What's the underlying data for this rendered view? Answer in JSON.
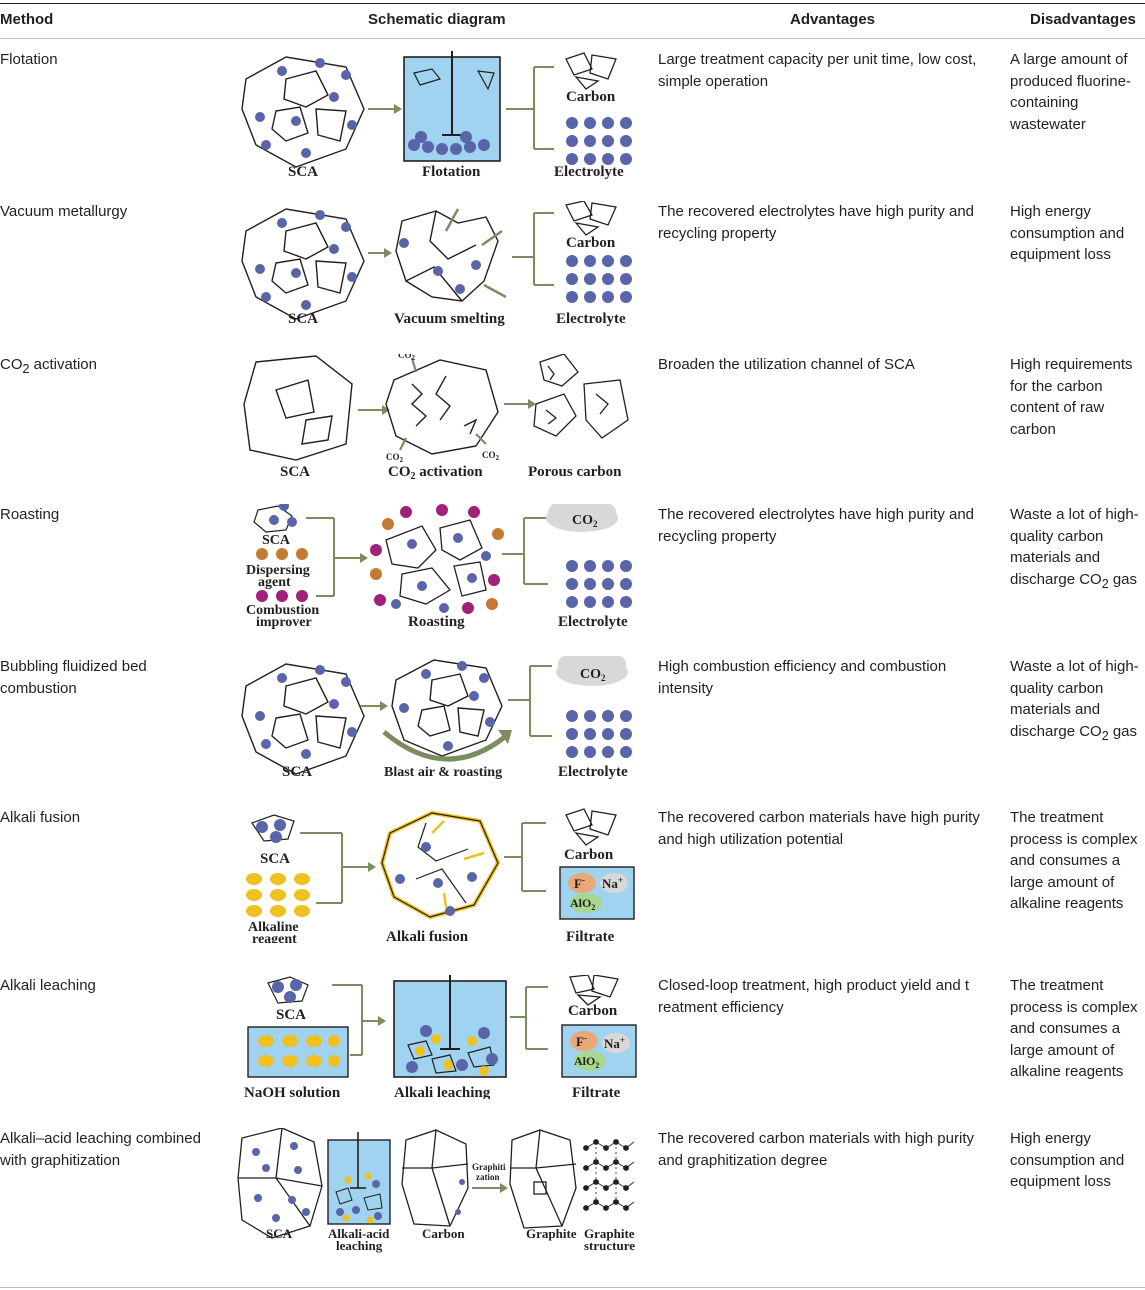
{
  "headers": {
    "method": "Method",
    "diagram": "Schematic diagram",
    "advantages": "Advantages",
    "disadvantages": "Disadvantages"
  },
  "rows": [
    {
      "method": "Flotation",
      "method_parts": [
        "Flotation"
      ],
      "diagram": {
        "labels": [
          "SCA",
          "Flotation",
          "Carbon",
          "Electrolyte"
        ]
      },
      "advantages": "Large treatment capacity per unit time, low cost, simple operation",
      "disadvantages": "A large amount of produced fluorine-containing wastewater",
      "disadvantages_parts": [
        "A large amount of produced fluorine-containing wastewater"
      ]
    },
    {
      "method": "Vacuum metallurgy",
      "method_parts": [
        "Vacuum metallurgy"
      ],
      "diagram": {
        "labels": [
          "SCA",
          "Vacuum smelting",
          "Carbon",
          "Electrolyte"
        ]
      },
      "advantages": "The recovered electrolytes have high purity and recycling property",
      "disadvantages": "High energy consumption and equipment loss",
      "disadvantages_parts": [
        "High energy consumption and equipment loss"
      ]
    },
    {
      "method": "CO2 activation",
      "method_parts": [
        "CO",
        "2",
        " activation"
      ],
      "diagram": {
        "labels": [
          "SCA",
          "CO",
          "2",
          " activation",
          "Porous carbon",
          "CO",
          "2"
        ]
      },
      "advantages": "Broaden the utilization channel of SCA",
      "disadvantages": "High requirements for the carbon content of raw carbon",
      "disadvantages_parts": [
        "High requirements for the carbon content of raw carbon"
      ]
    },
    {
      "method": "Roasting",
      "method_parts": [
        "Roasting"
      ],
      "diagram": {
        "labels": [
          "SCA",
          "Dispersing",
          "agent",
          "Combustion",
          "improver",
          "Roasting",
          "CO",
          "2",
          "Electrolyte"
        ]
      },
      "advantages": "The recovered electrolytes have high purity and recycling property",
      "disadvantages": "Waste a lot of high-quality carbon materials and discharge CO2 gas",
      "disadvantages_parts": [
        "Waste a lot of high-quality carbon materials and discharge CO",
        "2",
        " gas"
      ]
    },
    {
      "method": "Bubbling fluidized bed combustion",
      "method_parts": [
        "Bubbling fluidized bed combustion"
      ],
      "diagram": {
        "labels": [
          "SCA",
          "Blast air & roasting",
          "CO",
          "2",
          "Electrolyte"
        ]
      },
      "advantages": "High combustion efficiency and combustion intensity",
      "disadvantages": "Waste a lot of high-quality carbon materials and discharge CO2 gas",
      "disadvantages_parts": [
        "Waste a lot of high-quality carbon materials and discharge CO",
        "2",
        " gas"
      ]
    },
    {
      "method": "Alkali fusion",
      "method_parts": [
        "Alkali fusion"
      ],
      "diagram": {
        "labels": [
          "SCA",
          "Alkaline",
          "reagent",
          "Alkali fusion",
          "Carbon",
          "Filtrate",
          "F",
          "-",
          "Na",
          "+",
          "AlO",
          "2"
        ]
      },
      "advantages": "The recovered carbon materials have high purity and high utilization potential",
      "disadvantages": "The treatment process is complex and consumes a large amount of alkaline reagents",
      "disadvantages_parts": [
        "The treatment process is complex and consumes a large amount of alkaline reagents"
      ]
    },
    {
      "method": "Alkali leaching",
      "method_parts": [
        "Alkali leaching"
      ],
      "diagram": {
        "labels": [
          "SCA",
          "NaOH solution",
          "Alkali leaching",
          "Carbon",
          "Filtrate",
          "F",
          "-",
          "Na",
          "+",
          "AlO",
          "2"
        ]
      },
      "advantages": "Closed-loop treatment, high product yield and t reatment efficiency",
      "disadvantages": "The treatment process is complex and consumes a large amount of alkaline reagents",
      "disadvantages_parts": [
        "The treatment process is complex and consumes a large amount of alkaline reagents"
      ]
    },
    {
      "method": "Alkali–acid leaching combined with graphitization",
      "method_parts": [
        "Alkali–acid leaching combined with graphitization"
      ],
      "diagram": {
        "labels": [
          "SCA",
          "Alkali-acid",
          "leaching",
          "Carbon",
          "Graphiti",
          "zation",
          "Graphite",
          "Graphite",
          "structure"
        ]
      },
      "advantages": "The recovered carbon materials with high purity and graphitization degree",
      "disadvantages": "High energy consumption and equipment loss",
      "disadvantages_parts": [
        "High energy consumption and equipment loss"
      ]
    }
  ],
  "colors": {
    "particle": "#5a64a8",
    "arrow": "#7b8c5e",
    "water": "#9fd3ef",
    "alkali": "#f0c020",
    "dispersing": "#c57a34",
    "combustion": "#a0207a",
    "cloud": "#d8d8d8"
  }
}
